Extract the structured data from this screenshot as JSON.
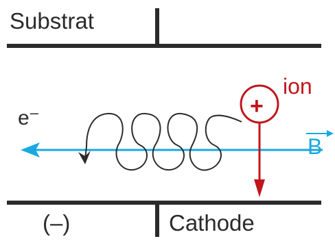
{
  "labels": {
    "substrate": "Substrat",
    "cathode": "Cathode",
    "cathode_polarity": "(–)",
    "electron": "e",
    "electron_charge": "–",
    "ion": "ion",
    "ion_charge": "+",
    "magnetic_field": "B"
  },
  "colors": {
    "line": "#2b2b2b",
    "ion": "#c0161c",
    "field": "#1ba8e0"
  }
}
